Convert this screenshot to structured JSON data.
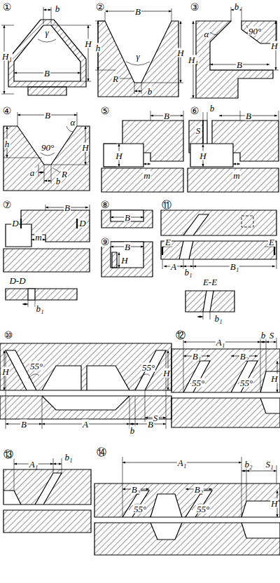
{
  "diagram": {
    "labels": [
      "①",
      "b",
      "H₁",
      "γ",
      "H",
      "B",
      "②",
      "B",
      "h",
      "H",
      "γ",
      "R",
      "b",
      "③",
      "b",
      "α",
      "90°",
      "H₁",
      "H",
      "B",
      "④",
      "B",
      "α",
      "90°",
      "h",
      "H",
      "a",
      "R",
      "b",
      "⑤",
      "B",
      "H",
      "m",
      "⑥",
      "S",
      "b",
      "B",
      "H",
      "m",
      "⑦",
      "B",
      "D",
      "m",
      "D",
      "D-D",
      "b₁",
      "⑧",
      "B",
      "⑨",
      "B",
      "H",
      "⑪",
      "E",
      "E",
      "A",
      "b₁",
      "B₁",
      "E-E",
      "b₁",
      "⑩",
      "H",
      "55°",
      "55°",
      "H",
      "B",
      "A",
      "b",
      "B",
      "S",
      "⑫",
      "A₁",
      "b",
      "S",
      "B₁",
      "B₂",
      "55°",
      "55°",
      "H",
      "⑬",
      "A₁",
      "b₁",
      "⑭",
      "A₁",
      "B₂",
      "B₂",
      "b₂",
      "S₁",
      "55°",
      "55°",
      "H"
    ]
  }
}
